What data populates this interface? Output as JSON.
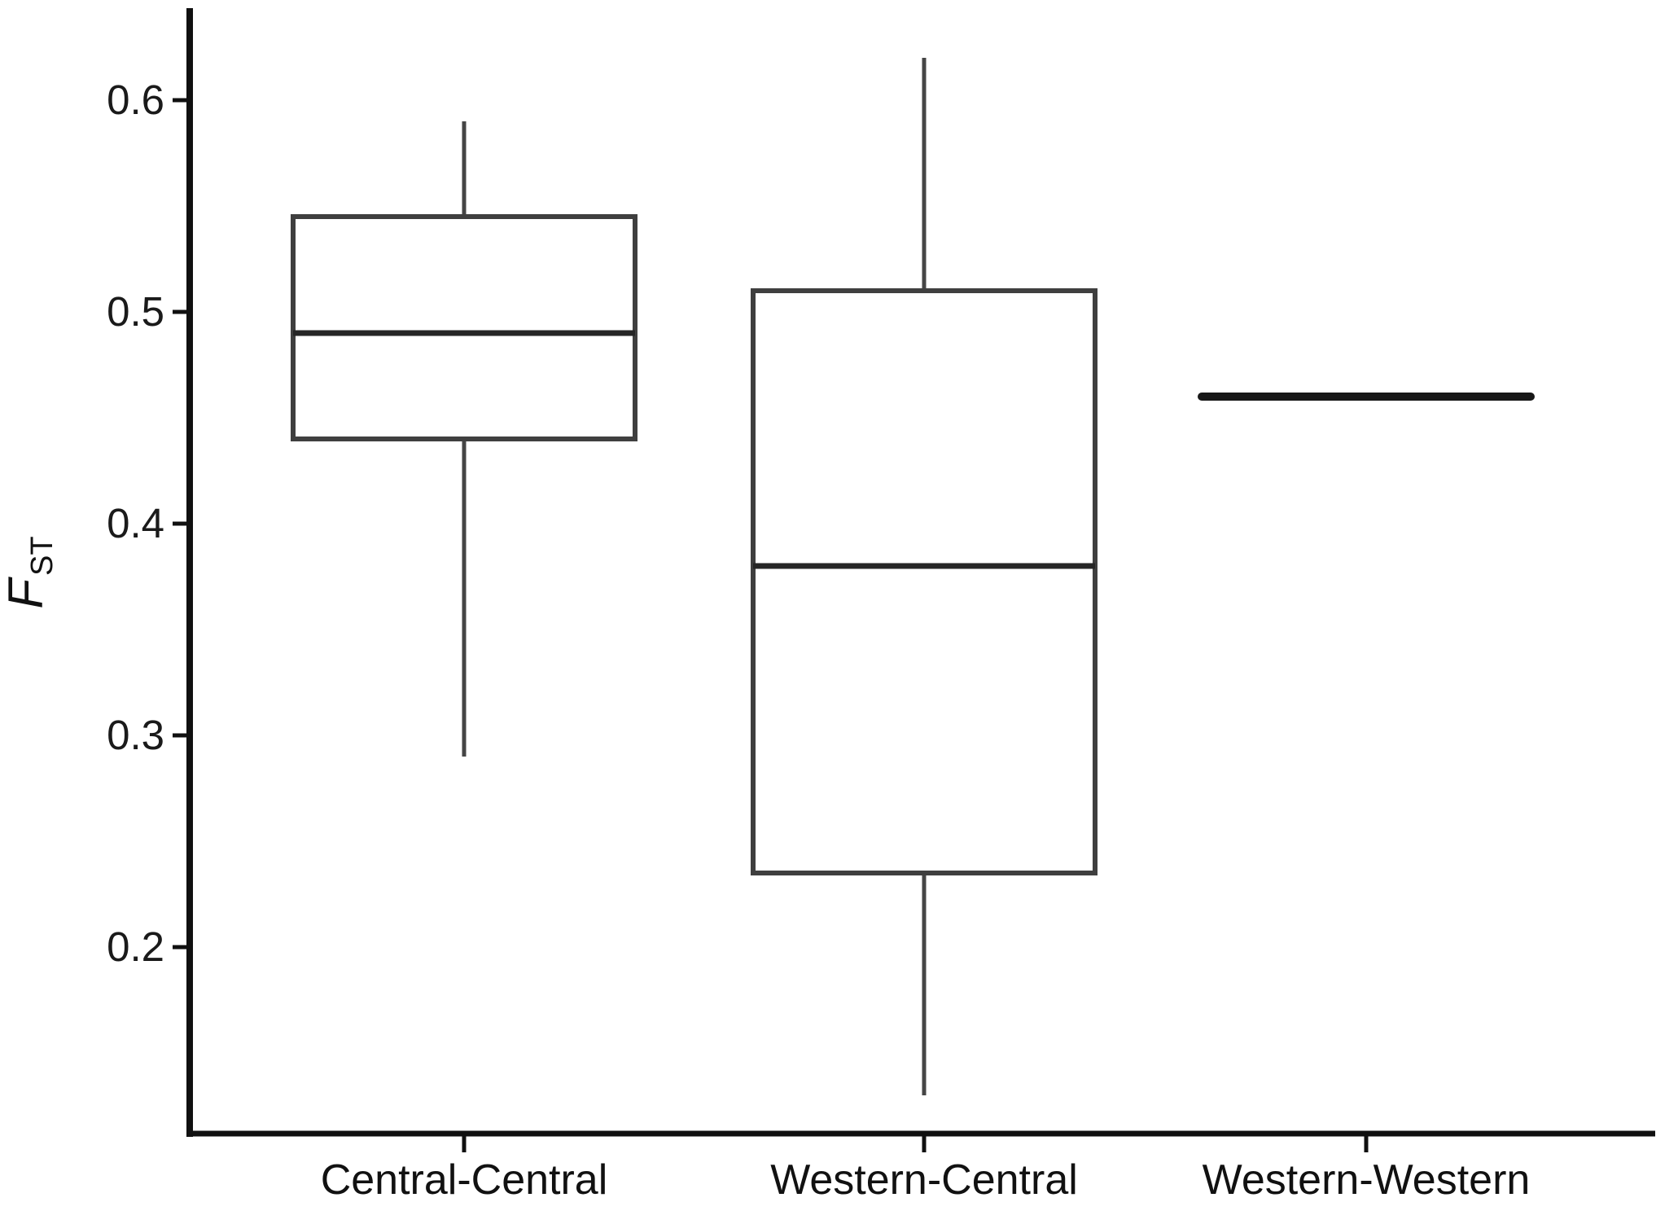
{
  "figure": {
    "background": "#ffffff",
    "axis_color": "#101010",
    "box_stroke_color": "#3f3f3f",
    "whisker_color": "#454545",
    "median_color": "#262626",
    "single_line_color": "#181818",
    "tick_label_color": "#1a1a1a",
    "x_label_color": "#111111"
  },
  "chart_data": {
    "type": "boxplot",
    "title": "",
    "xlabel": "",
    "ylabel": {
      "letter": "F",
      "subscript": "ST"
    },
    "ylim": [
      0.112,
      0.643
    ],
    "grid": false,
    "legend": false,
    "yticks": [
      0.6,
      0.5,
      0.4,
      0.3,
      0.2
    ],
    "ytick_labels": [
      "0.6",
      "0.5",
      "0.4",
      "0.3",
      "0.2"
    ],
    "categories": [
      "Central-Central",
      "Western-Central",
      "Western-Western"
    ],
    "series": [
      {
        "name": "Central-Central",
        "type": "box",
        "whisker_low": 0.29,
        "q1": 0.44,
        "median": 0.49,
        "q3": 0.545,
        "whisker_high": 0.59
      },
      {
        "name": "Western-Central",
        "type": "box",
        "whisker_low": 0.13,
        "q1": 0.235,
        "median": 0.38,
        "q3": 0.51,
        "whisker_high": 0.62
      },
      {
        "name": "Western-Western",
        "type": "single_value_line",
        "value": 0.46
      }
    ]
  }
}
